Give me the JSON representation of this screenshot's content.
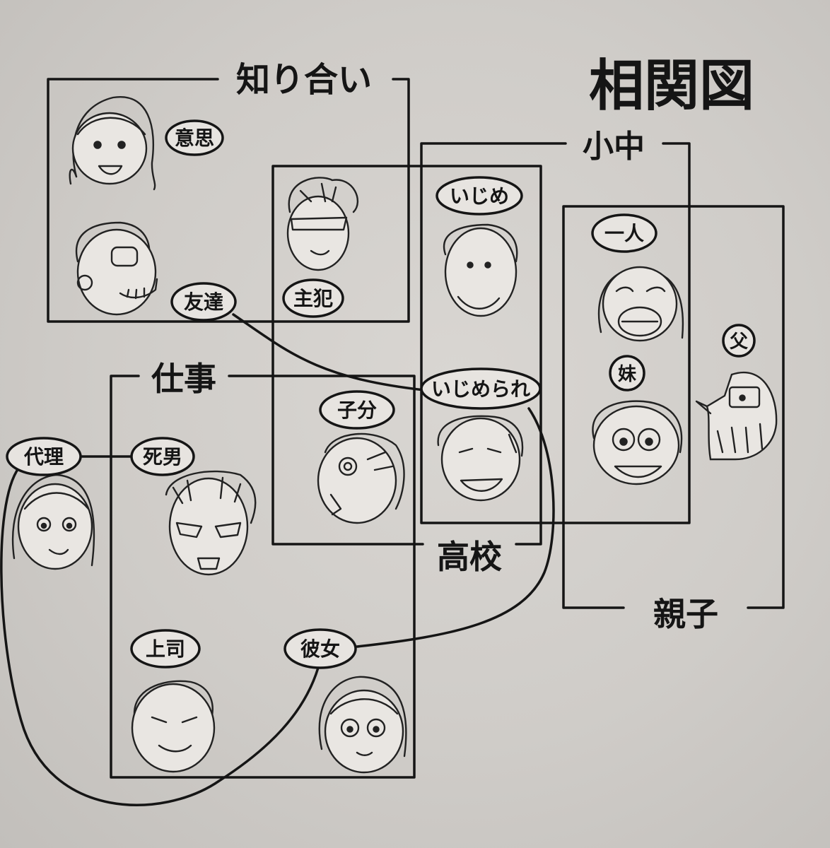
{
  "title": "相関図",
  "groups": {
    "acquaintance": "知り合い",
    "elementary_middle": "小中",
    "high_school": "高校",
    "parent_child": "親子",
    "work": "仕事"
  },
  "roles": {
    "ishi": "意思",
    "friend": "友達",
    "main_character": "主犯",
    "bully": "いじめ",
    "alone": "一人",
    "father": "父",
    "sister": "妹",
    "bullied": "いじめられ",
    "henchman": "子分",
    "proxy": "代理",
    "dead_man": "死男",
    "boss": "上司",
    "girlfriend": "彼女"
  },
  "colors": {
    "ink": "#151515",
    "paper": "#d6d3cf"
  }
}
